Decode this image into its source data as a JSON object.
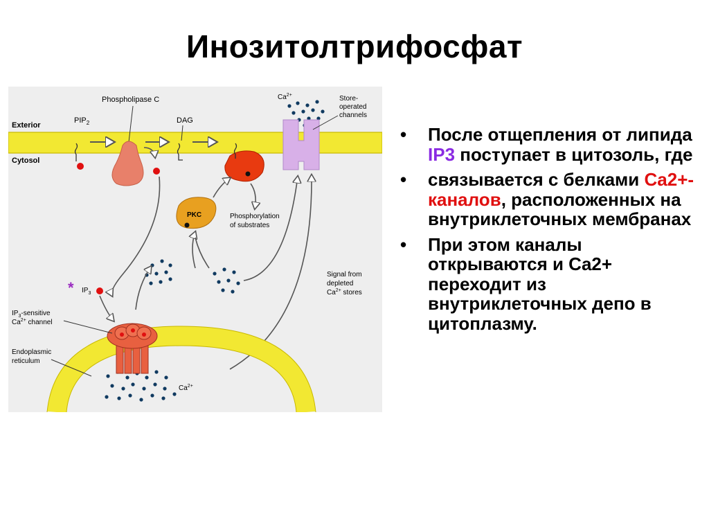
{
  "slide": {
    "title": "Инозитолтрифосфат"
  },
  "diagram": {
    "labels": {
      "exterior": "Exterior",
      "cytosol": "Cytosol",
      "phospholipase_c": "Phospholipase C",
      "pip2": "PIP",
      "pip2_sub": "2",
      "dag": "DAG",
      "ca2_top": "Ca",
      "ca2_top_sup": "2+",
      "store_operated_1": "Store-",
      "store_operated_2": "operated",
      "store_operated_3": "channels",
      "pkc": "PKC",
      "phosphorylation_1": "Phosphorylation",
      "phosphorylation_2": "of substrates",
      "signal_1": "Signal from",
      "signal_2": "depleted",
      "signal_3a": "Ca",
      "signal_3_sup": "2+",
      "signal_3b": " stores",
      "ip3": "IP",
      "ip3_sub": "3",
      "asterisk": "*",
      "ip3_channel_1a": "IP",
      "ip3_channel_1_sub": "3",
      "ip3_channel_1b": "-sensitive",
      "ip3_channel_2a": "Ca",
      "ip3_channel_2_sup": "2+",
      "ip3_channel_2b": "  channel",
      "er_1": "Endoplasmic",
      "er_2": "reticulum",
      "ca2_er": "Ca",
      "ca2_er_sup": "2+"
    },
    "colors": {
      "membrane": "#f2e832",
      "enzyme": "#e8806a",
      "pkc_active": "#e83a10",
      "pkc": "#e8a020",
      "channel": "#d8b0e8",
      "ip3_channel": "#e86040",
      "ca_dot": "#103a60"
    }
  },
  "bullets": [
    {
      "parts": [
        {
          "text": "После отщепления от липида ",
          "color": ""
        },
        {
          "text": "IP3",
          "color": "purple"
        },
        {
          "text": " поступает в цитозоль, где",
          "color": ""
        }
      ]
    },
    {
      "parts": [
        {
          "text": "связывается с белками ",
          "color": ""
        },
        {
          "text": "Ca2+-каналов",
          "color": "red"
        },
        {
          "text": ", расположенных на внутриклеточных мембранах",
          "color": ""
        }
      ]
    },
    {
      "parts": [
        {
          "text": "При этом каналы открываются и Ca2+ переходит из внутриклеточных депо в цитоплазму.",
          "color": ""
        }
      ]
    }
  ],
  "bullet_symbol": "•"
}
